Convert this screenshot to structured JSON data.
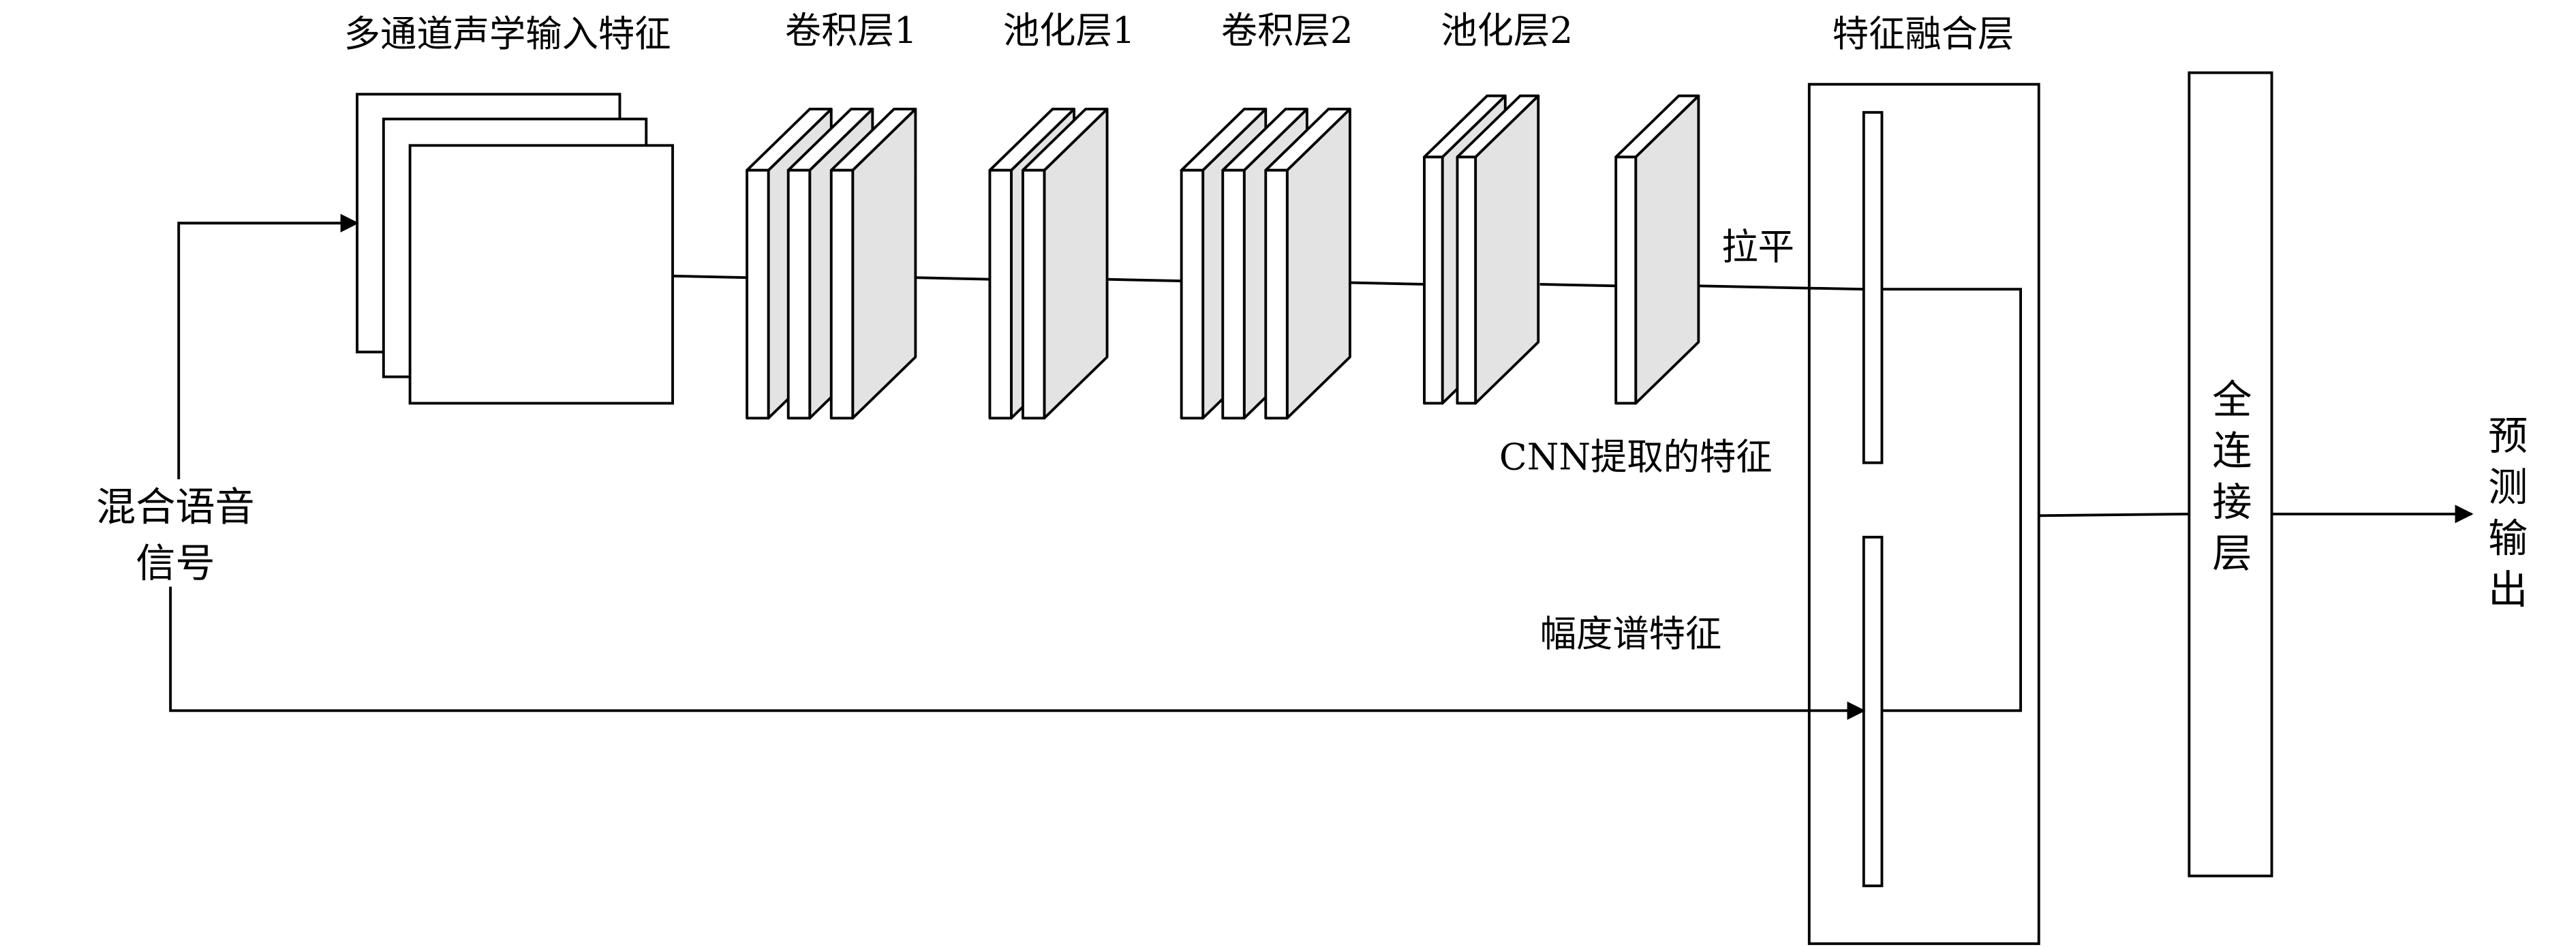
{
  "labels": {
    "input_features": "多通道声学输入特征",
    "conv1": "卷积层1",
    "pool1": "池化层1",
    "conv2": "卷积层2",
    "pool2": "池化层2",
    "fusion": "特征融合层",
    "flatten": "拉平",
    "cnn_features": "CNN提取的特征",
    "magnitude_features": "幅度谱特征",
    "mixed_signal_line1": "混合语音",
    "mixed_signal_line2": "信号",
    "fc_chars": [
      "全",
      "连",
      "接",
      "层"
    ],
    "output_chars": [
      "预",
      "测",
      "输",
      "出"
    ]
  },
  "colors": {
    "stroke": "#000000",
    "block_face": "#ffffff",
    "block_side": "#e3e3e3"
  }
}
